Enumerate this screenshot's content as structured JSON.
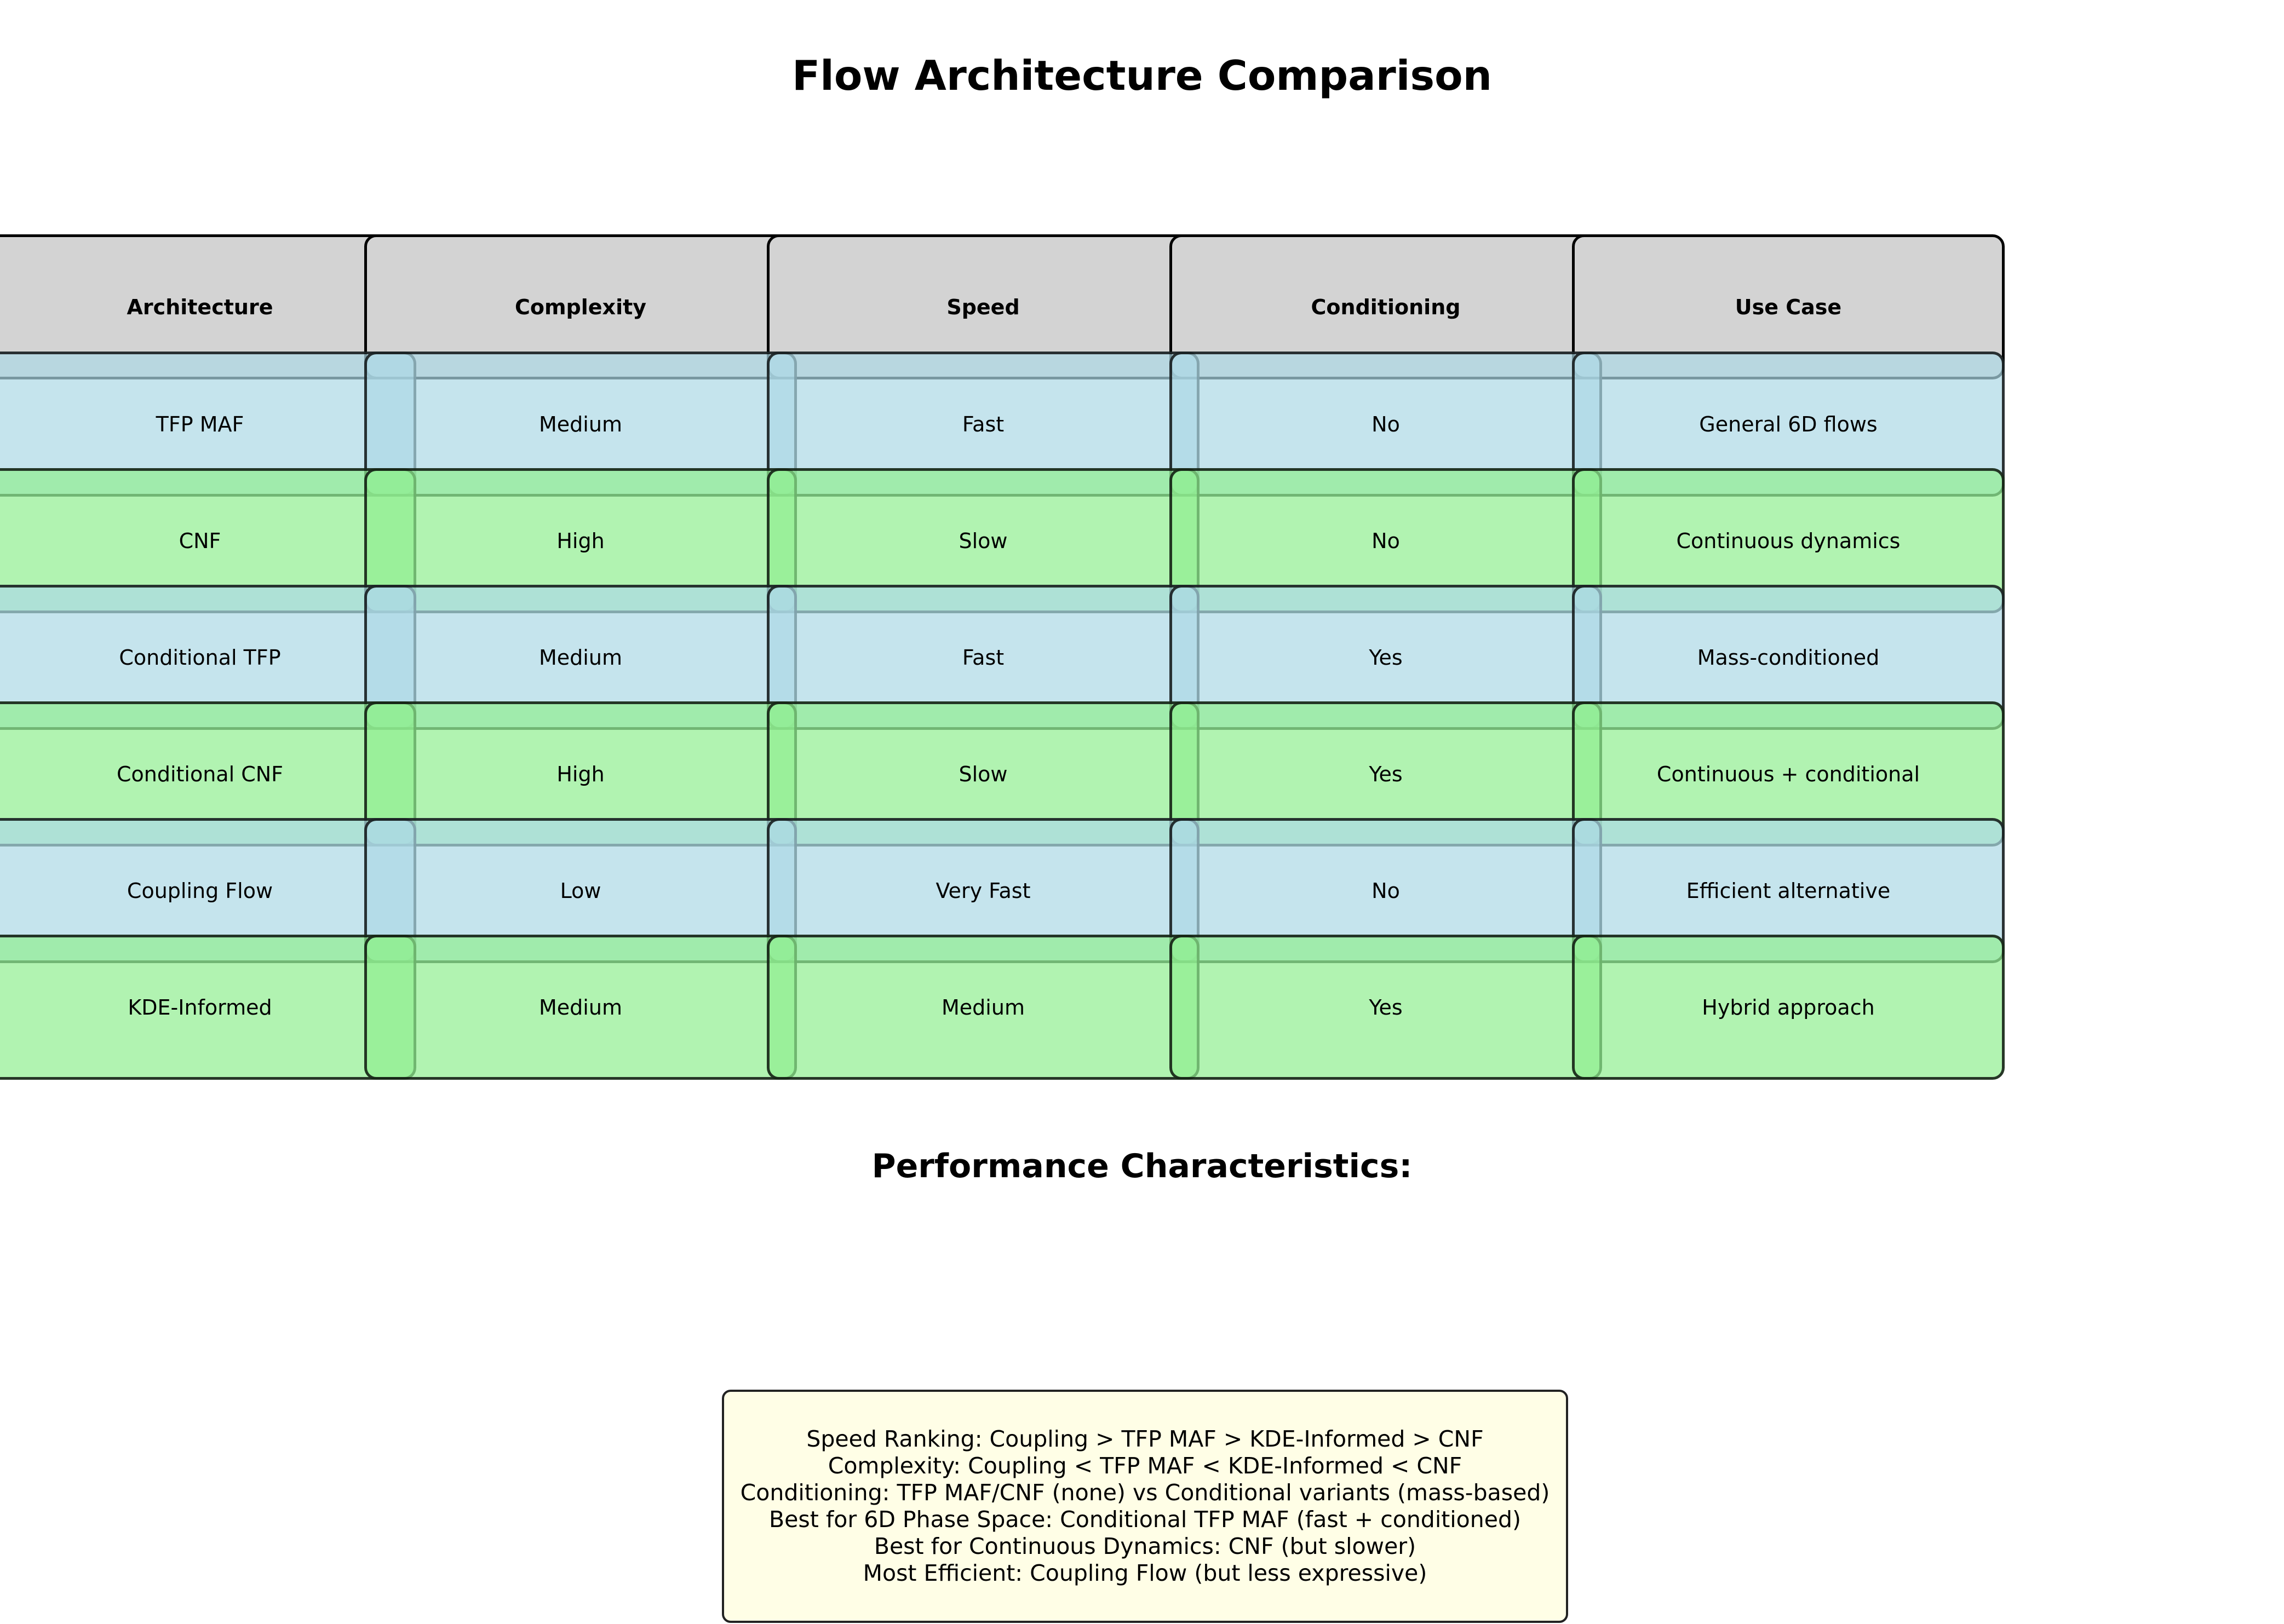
{
  "title": "Flow Architecture Comparison",
  "table": {
    "headers": [
      "Architecture",
      "Complexity",
      "Speed",
      "Conditioning",
      "Use Case"
    ],
    "rows": [
      [
        "TFP MAF",
        "Medium",
        "Fast",
        "No",
        "General 6D flows"
      ],
      [
        "CNF",
        "High",
        "Slow",
        "No",
        "Continuous dynamics"
      ],
      [
        "Conditional TFP",
        "Medium",
        "Fast",
        "Yes",
        "Mass-conditioned"
      ],
      [
        "Conditional CNF",
        "High",
        "Slow",
        "Yes",
        "Continuous + conditional"
      ],
      [
        "Coupling Flow",
        "Low",
        "Very Fast",
        "No",
        "Efficient alternative"
      ],
      [
        "KDE-Informed",
        "Medium",
        "Medium",
        "Yes",
        "Hybrid approach"
      ]
    ]
  },
  "colors": {
    "header_fill": "#d3d3d3",
    "row_fill_blue": "#add8e6",
    "row_fill_green": "#90ee90",
    "summary_fill": "#fffee6",
    "border": "#000000"
  },
  "performance": {
    "heading": "Performance Characteristics:",
    "lines": [
      "Speed Ranking: Coupling > TFP MAF > KDE-Informed > CNF",
      "Complexity: Coupling < TFP MAF < KDE-Informed < CNF",
      "Conditioning: TFP MAF/CNF (none) vs Conditional variants (mass-based)",
      "Best for 6D Phase Space: Conditional TFP MAF (fast + conditioned)",
      "Best for Continuous Dynamics: CNF (but slower)",
      "Most Efficient: Coupling Flow (but less expressive)"
    ]
  }
}
